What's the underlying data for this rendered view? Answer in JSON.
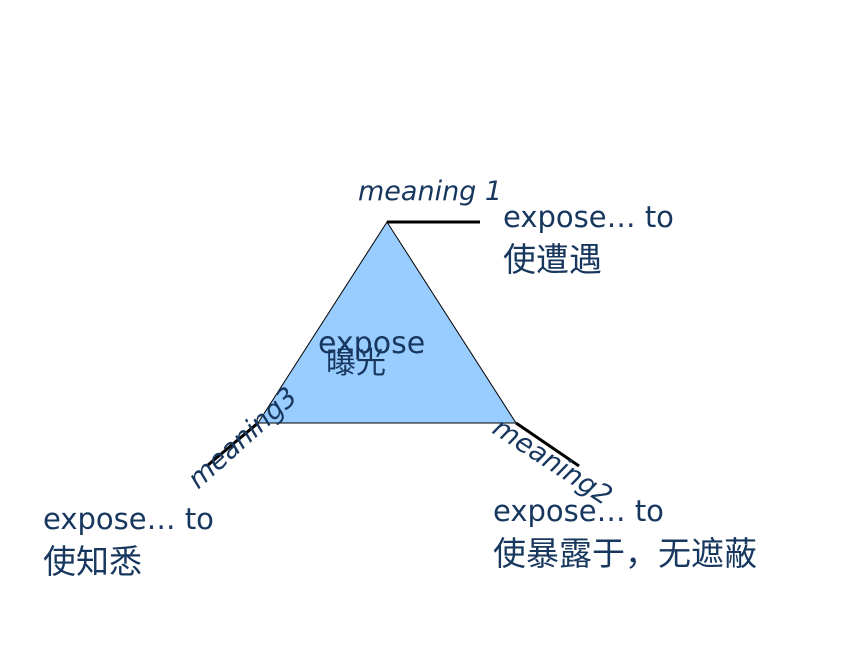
{
  "diagram": {
    "center": {
      "word": "expose",
      "chinese": "曝光"
    },
    "meanings": [
      {
        "label": "meaning 1",
        "english": "expose… to",
        "chinese": "使遭遇"
      },
      {
        "label": "meaning2",
        "english": "expose… to",
        "chinese": "使暴露于，无遮蔽"
      },
      {
        "label": "meaning3",
        "english": "expose… to",
        "chinese": "使知悉"
      }
    ],
    "colors": {
      "triangle_fill": "#99ccff",
      "text": "#17375e",
      "lines": "#000000"
    }
  }
}
